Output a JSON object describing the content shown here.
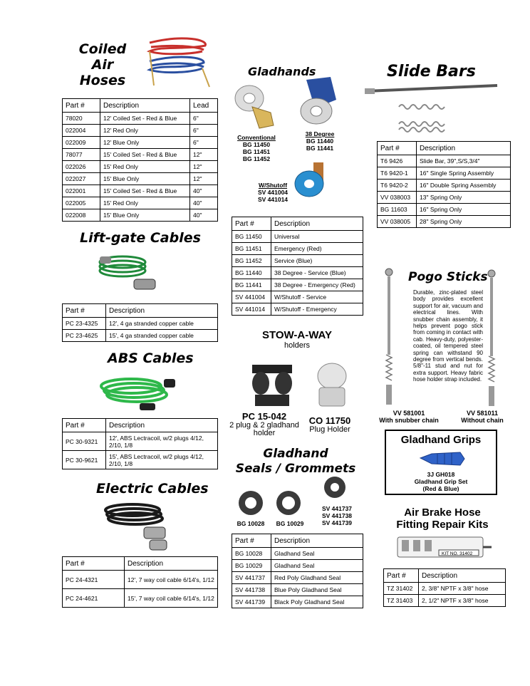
{
  "coiled": {
    "title1": "Coiled",
    "title2": "Air Hoses",
    "headers": [
      "Part #",
      "Description",
      "Lead"
    ],
    "rows": [
      [
        "78020",
        "12' Coiled Set - Red & Blue",
        "6\""
      ],
      [
        "022004",
        "12' Red Only",
        "6\""
      ],
      [
        "022009",
        "12' Blue Only",
        "6\""
      ],
      [
        "78077",
        "15' Coiled Set - Red & Blue",
        "12\""
      ],
      [
        "022026",
        "15' Red Only",
        "12\""
      ],
      [
        "022027",
        "15' Blue Only",
        "12\""
      ],
      [
        "022001",
        "15' Coiled Set - Red & Blue",
        "40\""
      ],
      [
        "022005",
        "15' Red Only",
        "40\""
      ],
      [
        "022008",
        "15' Blue Only",
        "40\""
      ]
    ]
  },
  "liftgate": {
    "title": "Lift-gate Cables",
    "headers": [
      "Part #",
      "Description"
    ],
    "rows": [
      [
        "PC 23-4325",
        "12', 4 ga stranded copper cable"
      ],
      [
        "PC 23-4625",
        "15', 4 ga stranded copper cable"
      ]
    ]
  },
  "abs": {
    "title": "ABS Cables",
    "headers": [
      "Part #",
      "Description"
    ],
    "rows": [
      [
        "PC 30-9321",
        "12', ABS Lectracoil, w/2 plugs 4/12, 2/10, 1/8"
      ],
      [
        "PC 30-9621",
        "15', ABS Lectracoil, w/2 plugs 4/12, 2/10, 1/8"
      ]
    ]
  },
  "electric": {
    "title": "Electric Cables",
    "headers": [
      "Part #",
      "Description"
    ],
    "rows": [
      [
        "PC 24-4321",
        "12', 7 way coil cable 6/14's, 1/12"
      ],
      [
        "PC 24-4621",
        "15', 7 way coil cable 6/14's, 1/12"
      ]
    ]
  },
  "gladhands": {
    "title": "Gladhands",
    "conventional": [
      "Conventional",
      "BG 11450",
      "BG 11451",
      "BG 11452"
    ],
    "degree38": [
      "38 Degree",
      "BG 11440",
      "BG 11441"
    ],
    "shutoff": [
      "W/Shutoff",
      "SV 441004",
      "SV 441014"
    ],
    "headers": [
      "Part #",
      "Description"
    ],
    "rows": [
      [
        "BG 11450",
        "Universal"
      ],
      [
        "BG 11451",
        "Emergency (Red)"
      ],
      [
        "BG 11452",
        "Service (Blue)"
      ],
      [
        "BG 11440",
        "38 Degree - Service (Blue)"
      ],
      [
        "BG 11441",
        "38 Degree - Emergency (Red)"
      ],
      [
        "SV 441004",
        "W/Shutoff - Service"
      ],
      [
        "SV 441014",
        "W/Shutoff - Emergency"
      ]
    ]
  },
  "stowaway": {
    "title": "STOW-A-WAY",
    "subtitle": "holders",
    "pc_code": "PC 15-042",
    "pc_desc1": "2 plug & 2 gladhand",
    "pc_desc2": "holder",
    "co_code": "CO 11750",
    "co_desc": "Plug Holder"
  },
  "seals": {
    "title1": "Gladhand",
    "title2": "Seals / Grommets",
    "label1": "BG 10028",
    "label2": "BG 10029",
    "label3": [
      "SV 441737",
      "SV 441738",
      "SV 441739"
    ],
    "headers": [
      "Part #",
      "Description"
    ],
    "rows": [
      [
        "BG 10028",
        "Gladhand Seal"
      ],
      [
        "BG 10029",
        "Gladhand Seal"
      ],
      [
        "SV 441737",
        "Red Poly Gladhand Seal"
      ],
      [
        "SV 441738",
        "Blue Poly Gladhand Seal"
      ],
      [
        "SV 441739",
        "Black Poly Gladhand Seal"
      ]
    ]
  },
  "slidebars": {
    "title": "Slide Bars",
    "headers": [
      "Part #",
      "Description"
    ],
    "rows": [
      [
        "T6 9426",
        "Slide Bar, 39\",S/S,3/4\""
      ],
      [
        "T6 9420-1",
        "16\" Single Spring Assembly"
      ],
      [
        "T6 9420-2",
        "16\" Double Spring Assembly"
      ],
      [
        "VV 038003",
        "13\" Spring Only"
      ],
      [
        "BG 11603",
        "16\" Spring Only"
      ],
      [
        "VV 038005",
        "28\" Spring Only"
      ]
    ]
  },
  "pogo": {
    "title": "Pogo Sticks",
    "text": "Durable, zinc-plated steel body provides excellent support for air, vacuum and electrical lines. With snubber chain assembly, it helps prevent pogo stick from coming in contact with cab. Heavy-duty, polyester-coated, oil tempered steel spring can withstand 90 degree from vertical bends. 5/8\"-11 stud and nut for extra support. Heavy fabric hose holder strap included.",
    "left_code": "VV 581001",
    "left_desc": "With snubber chain",
    "right_code": "VV 581011",
    "right_desc": "Without chain"
  },
  "grips": {
    "title": "Gladhand Grips",
    "code": "3J GH018",
    "desc1": "Gladhand Grip Set",
    "desc2": "(Red & Blue)"
  },
  "repair": {
    "title1": "Air Brake Hose",
    "title2": "Fitting Repair Kits",
    "kit_label": "KIT NO. 31402",
    "headers": [
      "Part #",
      "Description"
    ],
    "rows": [
      [
        "TZ 31402",
        "2, 3/8\" NPTF x 3/8\" hose"
      ],
      [
        "TZ 31403",
        "2, 1/2\" NPTF x 3/8\" hose"
      ]
    ]
  },
  "colors": {
    "coil_red": "#c8302c",
    "coil_blue": "#2a4fa0",
    "cable_green": "#1f8a3a",
    "abs_green": "#2eb84a",
    "grip_blue": "#2f62c8",
    "brass": "#c9a24a"
  }
}
